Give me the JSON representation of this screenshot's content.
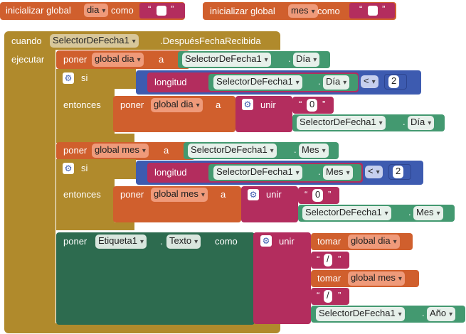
{
  "init": {
    "left": {
      "label": "inicializar global",
      "name": "dia",
      "como": "como",
      "open_quote": "“",
      "close_quote": "”"
    },
    "right": {
      "label": "inicializar global",
      "name": "mes",
      "como": "como",
      "open_quote": "“",
      "close_quote": "”"
    }
  },
  "event": {
    "cuando": "cuando",
    "component": "SelectorDeFecha1",
    "event_name": ".DespuésFechaRecibida",
    "ejecutar": "ejecutar"
  },
  "set_dia": {
    "poner": "poner",
    "var": "global dia",
    "a": "a",
    "component": "SelectorDeFecha1",
    "dot": ".",
    "prop": "Día"
  },
  "if_dia": {
    "si": "si",
    "longitud": "longitud",
    "component": "SelectorDeFecha1",
    "dot": ".",
    "prop": "Día",
    "op": "<",
    "num": "2",
    "entonces": "entonces",
    "poner": "poner",
    "var": "global dia",
    "a": "a",
    "unir": "unir",
    "open_quote": "“",
    "str": "0",
    "close_quote": "”",
    "component2": "SelectorDeFecha1",
    "dot2": ".",
    "prop2": "Día"
  },
  "set_mes": {
    "poner": "poner",
    "var": "global mes",
    "a": "a",
    "component": "SelectorDeFecha1",
    "dot": ".",
    "prop": "Mes"
  },
  "if_mes": {
    "si": "si",
    "longitud": "longitud",
    "component": "SelectorDeFecha1",
    "dot": ".",
    "prop": "Mes",
    "op": "<",
    "num": "2",
    "entonces": "entonces",
    "poner": "poner",
    "var": "global mes",
    "a": "a",
    "unir": "unir",
    "open_quote": "“",
    "str": "0",
    "close_quote": "”",
    "component2": "SelectorDeFecha1",
    "dot2": ".",
    "prop2": "Mes"
  },
  "set_label": {
    "poner": "poner",
    "component": "Etiqueta1",
    "dot": ".",
    "prop": "Texto",
    "como": "como",
    "unir": "unir",
    "tomar1": "tomar",
    "var1": "global dia",
    "open_quote": "“",
    "sep": "/",
    "close_quote": "”",
    "tomar2": "tomar",
    "var2": "global mes",
    "component2": "SelectorDeFecha1",
    "dot2": ".",
    "prop2": "Año"
  },
  "colors": {
    "variable": "#d05f2d",
    "event": "#b08a2c",
    "component": "#439970",
    "logic": "#3d5bb0",
    "text": "#b32d5e",
    "math": "#3d5bb0",
    "label_set": "#2d6b4f"
  },
  "icons": {
    "mutator": "gear-icon"
  }
}
